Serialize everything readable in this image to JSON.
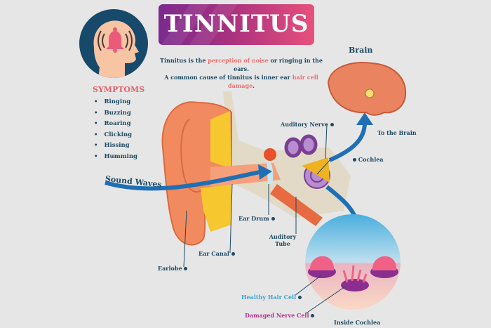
{
  "banner": {
    "title": "TINNITUS"
  },
  "intro": {
    "line1_pre": "Tinnitus is the ",
    "line1_highlight": "perception of noise",
    "line1_post": " or ringing in the ears.",
    "line2_pre": "A common cause of tinnitus is inner ear ",
    "line2_highlight": "hair cell damage",
    "line2_post": "."
  },
  "symptoms": {
    "title": "SYMPTOMS",
    "items": [
      "Ringing",
      "Buzzing",
      "Roaring",
      "Clicking",
      "Hissing",
      "Humming"
    ]
  },
  "brain": {
    "title": "Brain",
    "arrow_label": "To the Brain"
  },
  "ear_labels": {
    "sound_waves": "Sound Waves",
    "auditory_nerve": "Auditory Nerve",
    "cochlea": "Cochlea",
    "ear_drum": "Ear Drum",
    "auditory_tube": "Auditory Tube",
    "ear_canal": "Ear Canal",
    "earlobe": "Earlobe"
  },
  "cochlea_inset": {
    "title": "Inside Cochlea",
    "healthy_label": "Healthy Hair Cell",
    "damaged_label": "Damaged Nerve Cell"
  },
  "colors": {
    "background": "#e6e6e6",
    "banner_start": "#7b2a8f",
    "banner_end": "#e8507c",
    "text_dark": "#1e4a63",
    "highlight": "#e9716f",
    "healthy": "#3aa3d6",
    "damaged": "#b0348f",
    "arrow_blue": "#1f6fb5"
  }
}
